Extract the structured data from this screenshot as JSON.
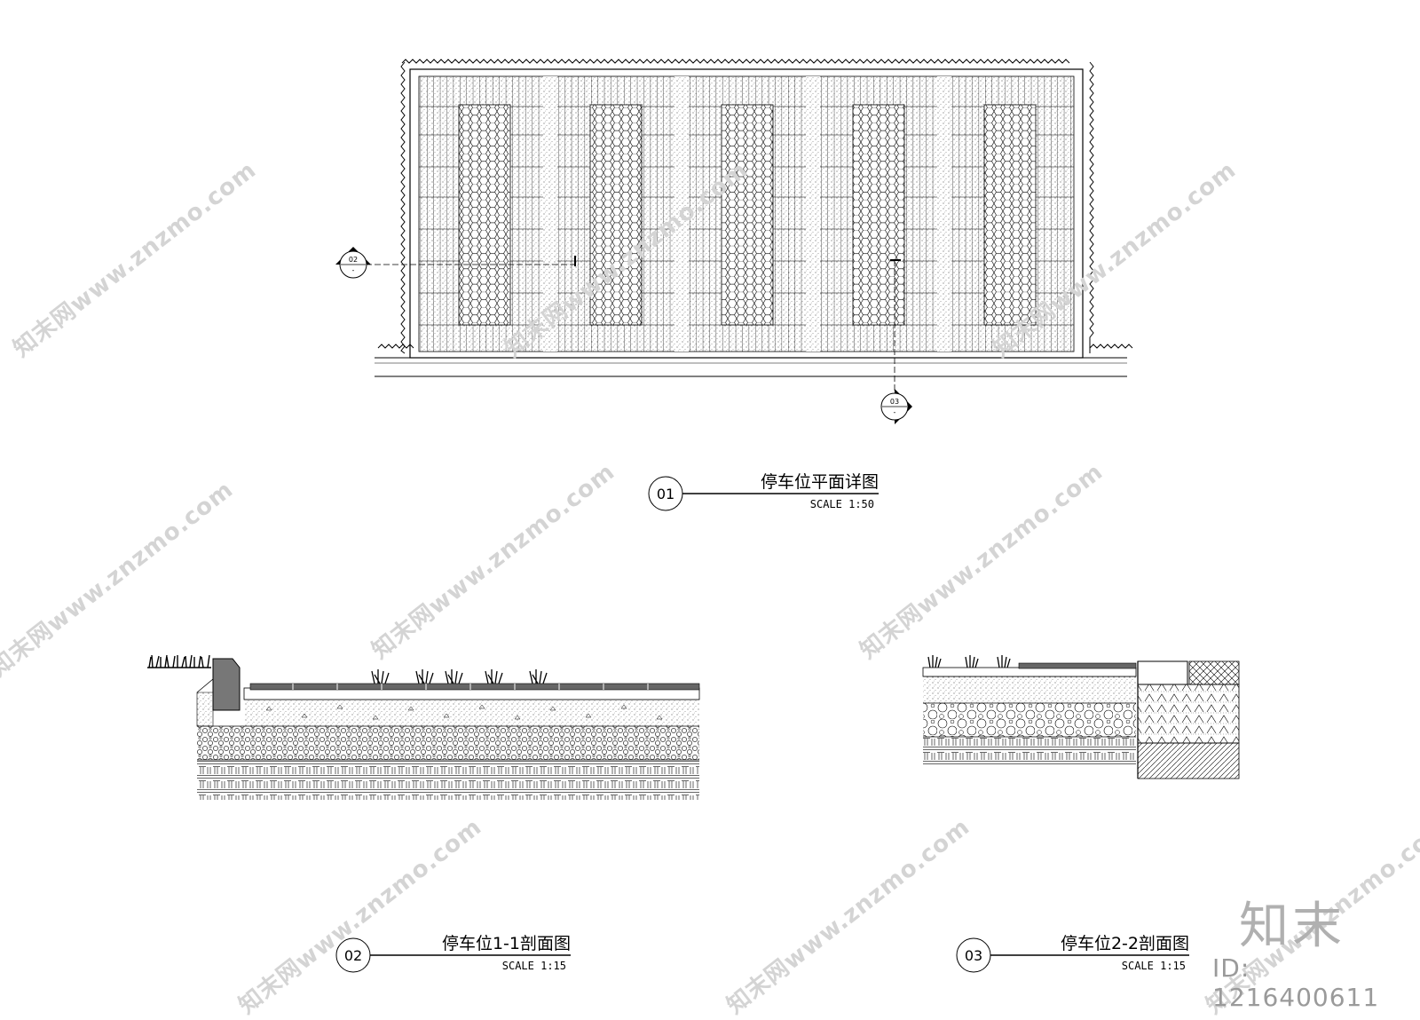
{
  "drawings": {
    "d01": {
      "number": "01",
      "title": "停车位平面详图",
      "scale": "SCALE 1:50"
    },
    "d02": {
      "number": "02",
      "title": "停车位1-1剖面图",
      "scale": "SCALE 1:15"
    },
    "d03": {
      "number": "03",
      "title": "停车位2-2剖面图",
      "scale": "SCALE 1:15"
    }
  },
  "section_markers": {
    "m02": {
      "label": "02",
      "sub": "-"
    },
    "m03": {
      "label": "03",
      "sub": "-"
    }
  },
  "watermark": {
    "text": "知末网www.znzmo.com",
    "brand": "知末",
    "id": "ID: 1216400611"
  },
  "colors": {
    "line": "#000000",
    "watermark": "#d4d4d4"
  }
}
